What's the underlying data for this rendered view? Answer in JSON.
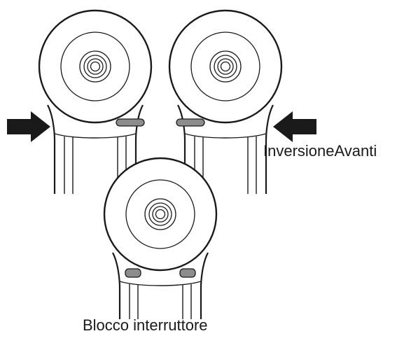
{
  "labels": {
    "direction": "InversioneAvanti",
    "lock": "Blocco interruttore"
  },
  "icons": [
    "tool-head",
    "direction-arrow"
  ],
  "colors": {
    "line": "#1a1a1a",
    "lever": "#8c8c8c",
    "background": "#ffffff"
  }
}
